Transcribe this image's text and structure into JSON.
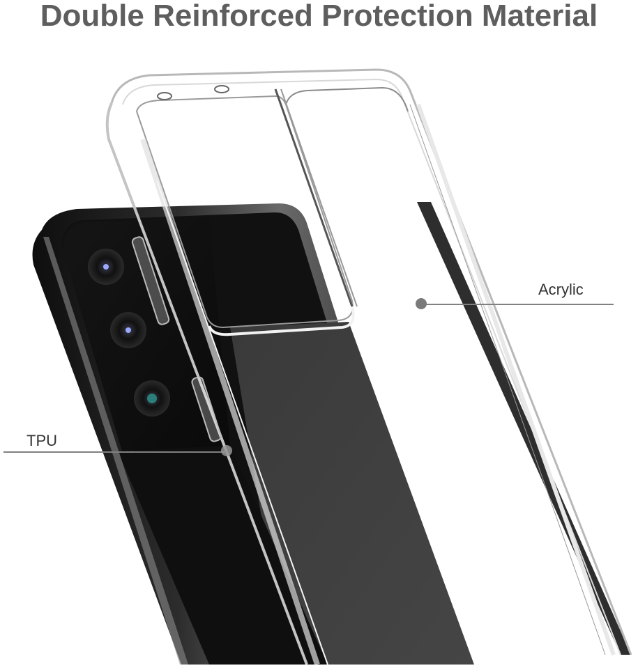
{
  "header": {
    "title": "Double Reinforced Protection Material"
  },
  "callouts": [
    {
      "id": "acrylic",
      "label": "Acrylic",
      "target": "back-panel"
    },
    {
      "id": "tpu",
      "label": "TPU",
      "target": "side-bumper"
    }
  ],
  "colors": {
    "title": "#5e5e5e",
    "label": "#333333",
    "leader_line": "#808080",
    "marker_dot": "#7a7a7a",
    "phone_body": "#1a1a1a",
    "phone_back": "#3f3f3f",
    "background": "#ffffff"
  }
}
